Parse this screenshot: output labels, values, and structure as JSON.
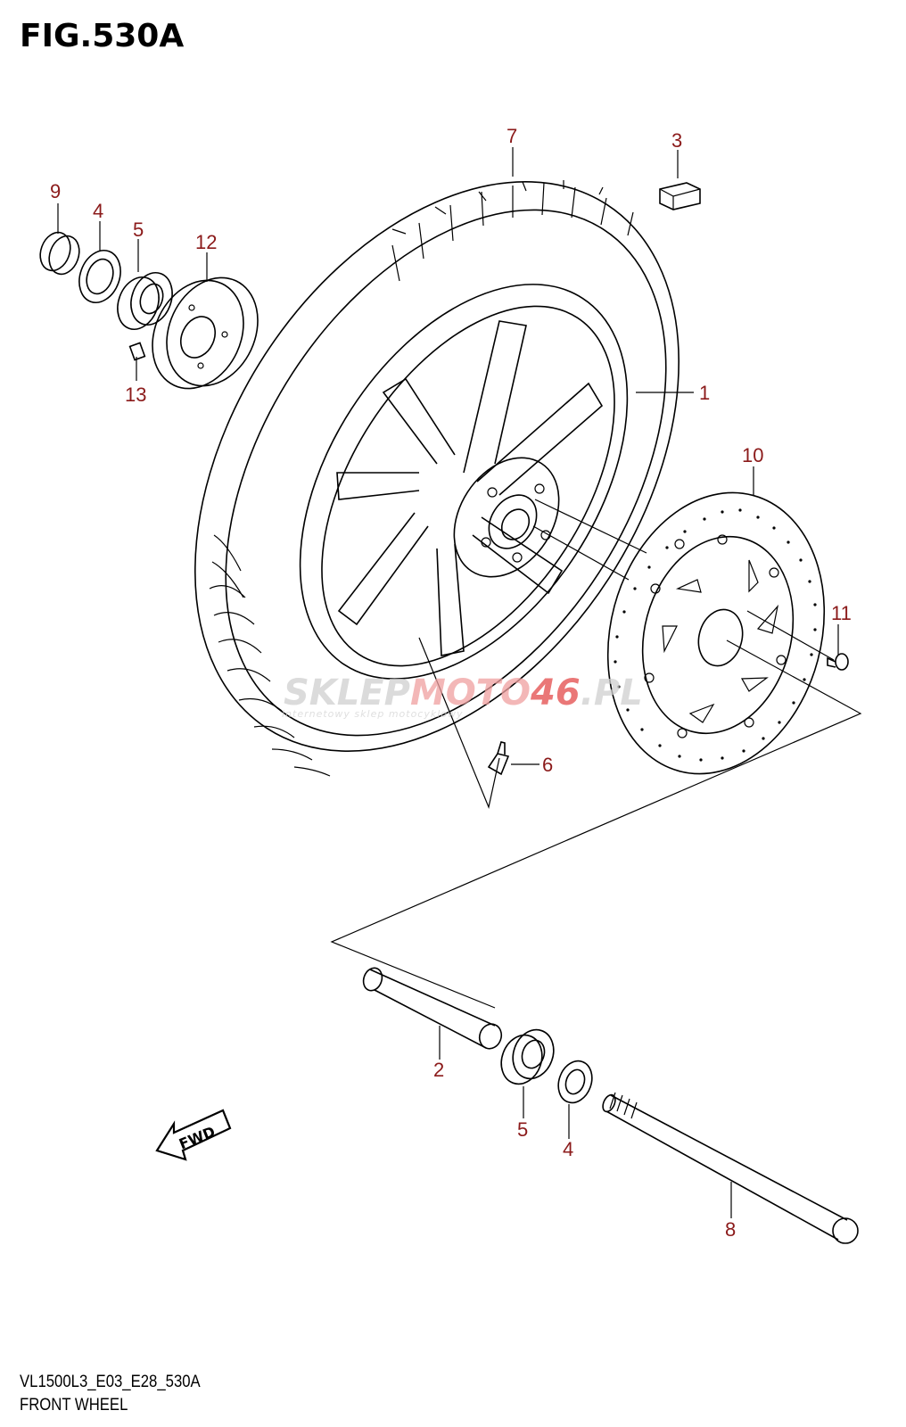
{
  "figure": {
    "title": "FIG.530A"
  },
  "footer": {
    "code": "VL1500L3_E03_E28_530A",
    "name": "FRONT WHEEL"
  },
  "watermark": {
    "part1": "SKLEP",
    "part2": "MOTO",
    "part3": "46",
    "part4": ".PL",
    "tagline": "internetowy sklep motocyklowy"
  },
  "fwd_label": "FWD",
  "callouts": {
    "c1": "1",
    "c2": "2",
    "c3": "3",
    "c4a": "4",
    "c4b": "4",
    "c5a": "5",
    "c5b": "5",
    "c6": "6",
    "c7": "7",
    "c8": "8",
    "c9": "9",
    "c10": "10",
    "c11": "11",
    "c12": "12",
    "c13": "13"
  },
  "colors": {
    "callout": "#8b1a1a",
    "line": "#000000",
    "watermark_grey": "#d0d0d0",
    "watermark_red": "#f0a0a0"
  }
}
